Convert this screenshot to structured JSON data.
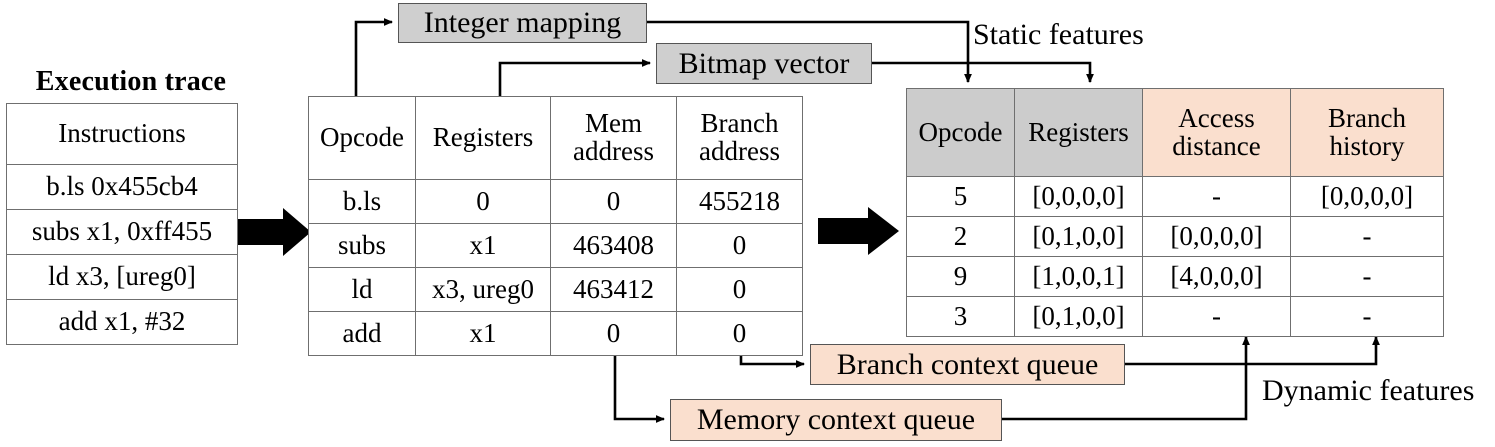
{
  "diagram": {
    "title_labels": {
      "execution_trace": "Execution trace",
      "static_features": "Static features",
      "dynamic_features": "Dynamic features"
    },
    "process_boxes": {
      "integer_mapping": "Integer mapping",
      "bitmap_vector": "Bitmap vector",
      "branch_context_queue": "Branch context queue",
      "memory_context_queue": "Memory context queue"
    },
    "colors": {
      "grey_box": "#cfcfcf",
      "peach_box": "#fadfce",
      "grey_header": "#cccccc",
      "peach_header": "#fadfce",
      "border": "#6f6f6f",
      "line": "#000000"
    }
  },
  "trace_table": {
    "header": [
      "Instructions"
    ],
    "rows": [
      [
        "b.ls 0x455cb4"
      ],
      [
        "subs x1, 0xff455"
      ],
      [
        "ld x3, [ureg0]"
      ],
      [
        "add x1, #32"
      ]
    ]
  },
  "mid_table": {
    "headers": [
      "Opcode",
      "Registers",
      "Mem address",
      "Branch address"
    ],
    "headers_line1": [
      "Opcode",
      "Registers",
      "Mem",
      "Branch"
    ],
    "headers_line2": [
      "",
      "",
      "address",
      "address"
    ],
    "rows": [
      [
        "b.ls",
        "0",
        "0",
        "455218"
      ],
      [
        "subs",
        "x1",
        "463408",
        "0"
      ],
      [
        "ld",
        "x3, ureg0",
        "463412",
        "0"
      ],
      [
        "add",
        "x1",
        "0",
        "0"
      ]
    ]
  },
  "right_table": {
    "headers": [
      "Opcode",
      "Registers",
      "Access distance",
      "Branch history"
    ],
    "headers_line1": [
      "Opcode",
      "Registers",
      "Access",
      "Branch"
    ],
    "headers_line2": [
      "",
      "",
      "distance",
      "history"
    ],
    "header_styles": [
      "grey",
      "grey",
      "peach",
      "peach"
    ],
    "rows": [
      [
        "5",
        "[0,0,0,0]",
        "-",
        "[0,0,0,0]"
      ],
      [
        "2",
        "[0,1,0,0]",
        "[0,0,0,0]",
        "-"
      ],
      [
        "9",
        "[1,0,0,1]",
        "[4,0,0,0]",
        "-"
      ],
      [
        "3",
        "[0,1,0,0]",
        "-",
        "-"
      ]
    ]
  }
}
